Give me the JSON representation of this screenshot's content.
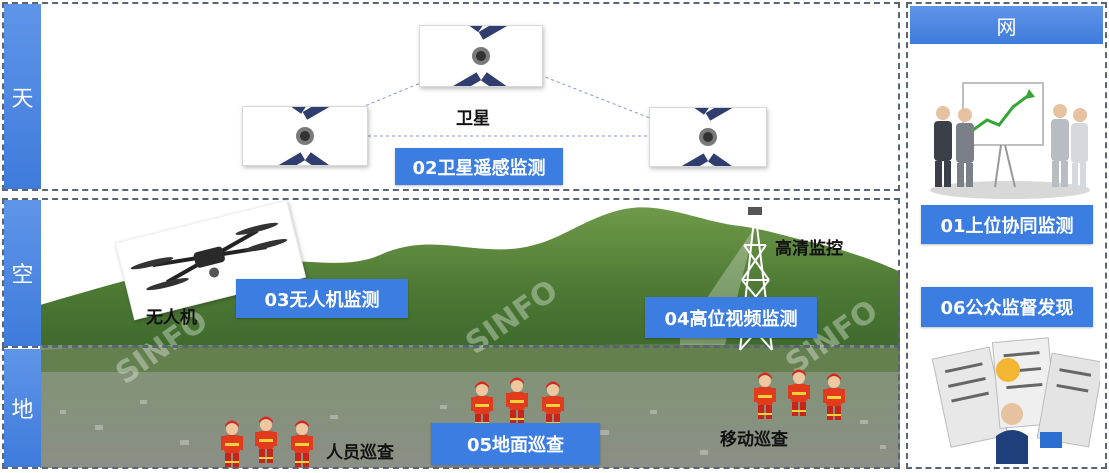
{
  "tiers": {
    "sky": "天",
    "air": "空",
    "ground": "地",
    "network": "网"
  },
  "labels": {
    "satellite": "卫星",
    "satellite_monitor": "02卫星遥感监测",
    "drone": "无人机",
    "drone_monitor": "03无人机监测",
    "hd_camera": "高清监控",
    "tower_monitor": "04高位视频监测",
    "patrol_people": "人员巡查",
    "ground_patrol": "05地面巡查",
    "mobile_patrol": "移动巡查",
    "collab_monitor": "01上位协同监测",
    "public_report": "06公众监督发现"
  },
  "colors": {
    "label_blue": "#3b7de0",
    "tier_blue": "#4b86e2",
    "dash": "#5b6475"
  }
}
